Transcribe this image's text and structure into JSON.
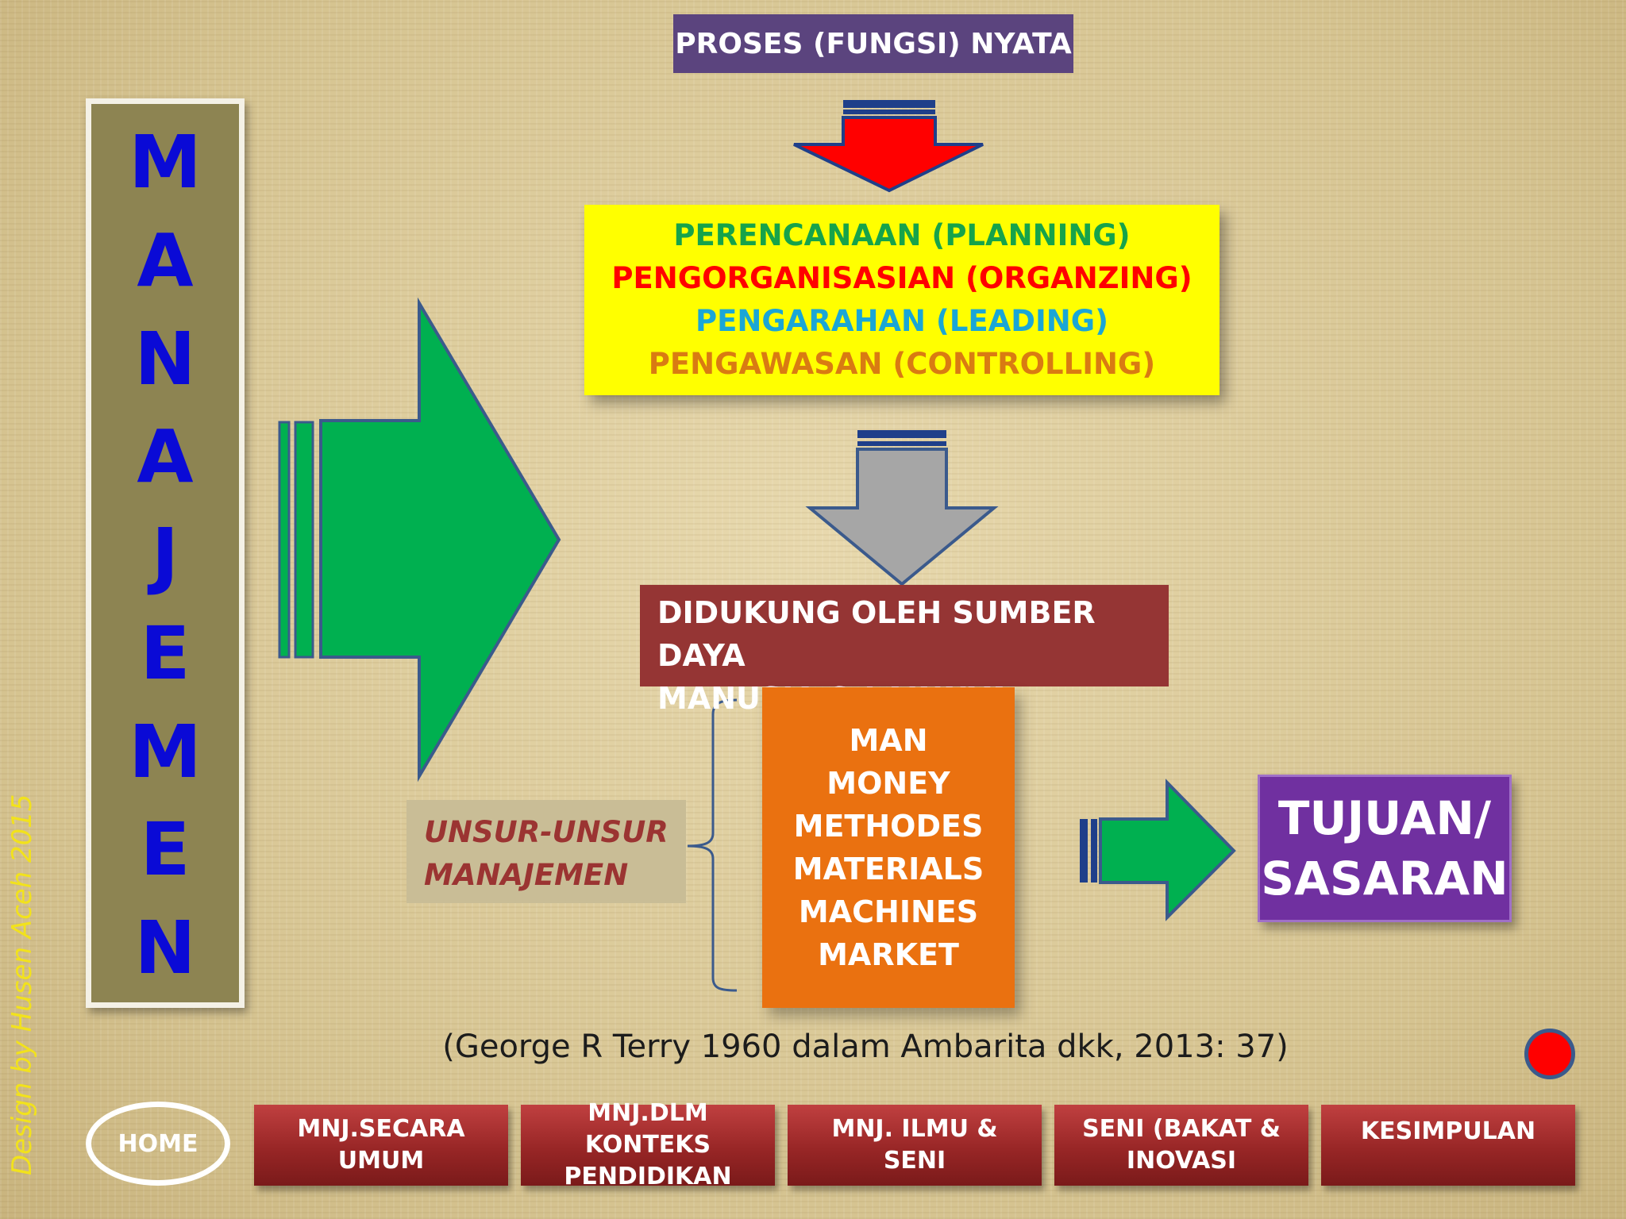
{
  "header": {
    "proses_label": "PROSES (FUNGSI) NYATA"
  },
  "side_label": {
    "letters": [
      "M",
      "A",
      "N",
      "A",
      "J",
      "E",
      "M",
      "E",
      "N"
    ]
  },
  "functions": {
    "planning": "PERENCANAAN (PLANNING)",
    "organizing": "PENGORGANISASIAN (ORGANZING)",
    "leading": "PENGARAHAN (LEADING)",
    "controlling": "PENGAWASAN (CONTROLLING)"
  },
  "support": {
    "line1": "DIDUKUNG OLEH SUMBER DAYA",
    "line2": "MANUSIA & LAINNYA"
  },
  "resources": [
    "MAN",
    "MONEY",
    "METHODES",
    "MATERIALS",
    "MACHINES",
    "MARKET"
  ],
  "unsur": {
    "line1": "UNSUR-UNSUR",
    "line2": "MANAJEMEN"
  },
  "tujuan": {
    "line1": "TUJUAN/",
    "line2": "SASARAN"
  },
  "citation": "(George R Terry 1960 dalam Ambarita dkk, 2013: 37)",
  "watermark": "Design by Husen Aceh 2015",
  "nav": {
    "home": "HOME",
    "items": [
      {
        "line1": "MNJ.SECARA",
        "line2": "UMUM"
      },
      {
        "line1": "MNJ.DLM KONTEKS",
        "line2": "PENDIDIKAN"
      },
      {
        "line1": "MNJ. ILMU &",
        "line2": "SENI"
      },
      {
        "line1": "SENI (BAKAT &",
        "line2": "INOVASI"
      },
      {
        "line1": "KESIMPULAN",
        "line2": ""
      }
    ]
  },
  "colors": {
    "proses_bg": "#5b447e",
    "manajemen_bg": "#8d8452",
    "manajemen_text": "#0a0ad6",
    "functions_bg": "#ffff00",
    "support_bg": "#953534",
    "resources_bg": "#ea7110",
    "tujuan_bg": "#7030a0",
    "big_arrow": "#00b050",
    "red_arrow": "#ff0000",
    "gray_arrow": "#a6a6a6"
  }
}
